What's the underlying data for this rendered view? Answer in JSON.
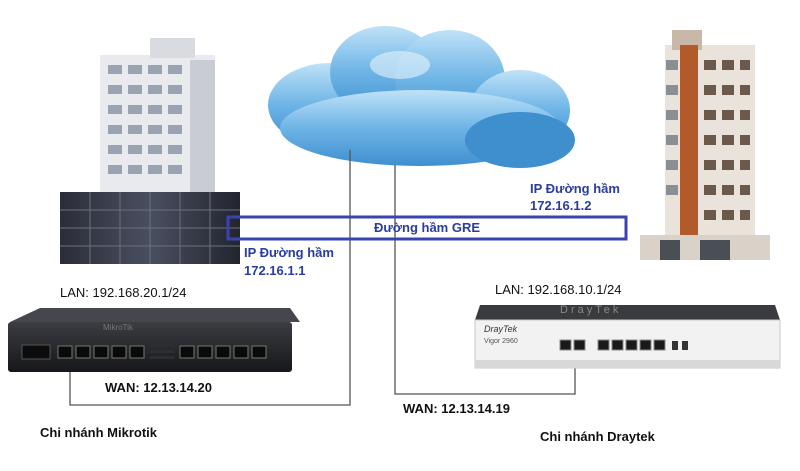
{
  "tunnel": {
    "label": "Đường hầm GRE"
  },
  "left_site": {
    "ip_heading": "IP Đường hầm",
    "ip": "172.16.1.1",
    "lan": "LAN: 192.168.20.1/24",
    "wan": "WAN: 12.13.14.20",
    "branch": "Chi nhánh Mikrotik",
    "device_brand": "MikroTik"
  },
  "right_site": {
    "ip_heading": "IP Đường hầm",
    "ip": "172.16.1.2",
    "lan": "LAN: 192.168.10.1/24",
    "wan": "WAN: 12.13.14.19",
    "branch": "Chi nhánh Draytek",
    "device_brand": "DrayTek",
    "device_model": "Vigor 2960",
    "device_logo": "DrayTek"
  },
  "colors": {
    "tunnel_border": "#3a44b0",
    "cloud": "#4f9ed8",
    "line": "#555555"
  }
}
